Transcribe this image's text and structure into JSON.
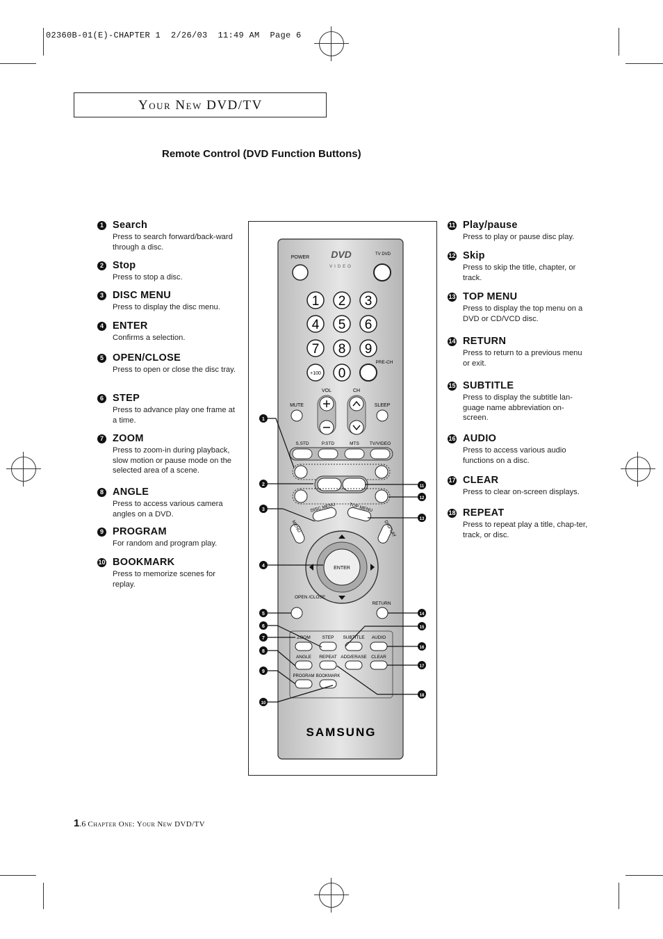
{
  "print_header": "02360B-01(E)-CHAPTER 1  2/26/03  11:49 AM  Page 6",
  "title_box": "Your New DVD/TV",
  "heading": "Remote Control (DVD Function Buttons)",
  "items_left": [
    {
      "num": "1",
      "name": "Search",
      "desc": "Press to search forward/back-ward through a disc."
    },
    {
      "num": "2",
      "name": "Stop",
      "desc": "Press to stop a disc."
    },
    {
      "num": "3",
      "name": "DISC MENU",
      "desc": "Press to display the disc menu."
    },
    {
      "num": "4",
      "name": "ENTER",
      "desc": "Confirms a selection."
    },
    {
      "num": "5",
      "name": "OPEN/CLOSE",
      "desc": "Press to open or close the disc tray."
    },
    {
      "num": "6",
      "name": "STEP",
      "desc": "Press to advance play one frame at a time."
    },
    {
      "num": "7",
      "name": "ZOOM",
      "desc": "Press to zoom-in during playback, slow motion or pause mode on the selected area of a scene."
    },
    {
      "num": "8",
      "name": "ANGLE",
      "desc": "Press to access various camera angles on a DVD."
    },
    {
      "num": "9",
      "name": "PROGRAM",
      "desc": "For random and program play."
    },
    {
      "num": "10",
      "name": "BOOKMARK",
      "desc": "Press to memorize scenes for replay."
    }
  ],
  "items_right": [
    {
      "num": "11",
      "name": "Play/pause",
      "desc": "Press to play or pause disc play."
    },
    {
      "num": "12",
      "name": "Skip",
      "desc": "Press to skip the title, chapter, or track."
    },
    {
      "num": "13",
      "name": "TOP MENU",
      "desc": "Press to display the top menu on a DVD or CD/VCD disc."
    },
    {
      "num": "14",
      "name": "RETURN",
      "desc": "Press to return to a previous menu or exit."
    },
    {
      "num": "15",
      "name": "SUBTITLE",
      "desc": "Press to display the subtitle lan-guage name abbreviation on-screen."
    },
    {
      "num": "16",
      "name": "AUDIO",
      "desc": "Press to access various audio functions on a disc."
    },
    {
      "num": "17",
      "name": "CLEAR",
      "desc": "Press to clear on-screen displays."
    },
    {
      "num": "18",
      "name": "REPEAT",
      "desc": "Press to repeat play a title, chap-ter, track, or disc."
    }
  ],
  "remote": {
    "logo_dvd": "DVD",
    "logo_video": "VIDEO",
    "tv_dvd": "TV  DVD",
    "power": "POWER",
    "digits": [
      "1",
      "2",
      "3",
      "4",
      "5",
      "6",
      "7",
      "8",
      "9",
      "+100",
      "0"
    ],
    "pre_ch": "PRE-CH",
    "vol": "VOL",
    "ch": "CH",
    "mute": "MUTE",
    "sleep": "SLEEP",
    "mode_buttons": [
      "S.STD",
      "P.STD",
      "MTS",
      "TV/VIDEO"
    ],
    "disc_menu": "DISC MENU",
    "top_menu": "TOP MENU",
    "menu": "MENU",
    "display": "DISPLAY",
    "enter": "ENTER",
    "open_close": "OPEN /CLOSE",
    "return": "RETURN",
    "row1": [
      "ZOOM",
      "STEP",
      "SUBTITLE",
      "AUDIO"
    ],
    "row2": [
      "ANGLE",
      "REPEAT",
      "ADD/ERASE",
      "CLEAR"
    ],
    "row3": [
      "PROGRAM",
      "BOOKMARK"
    ],
    "brand": "SAMSUNG"
  },
  "footer": {
    "page_major": "1",
    "page_minor": ".6",
    "chapter": "Chapter One: Your New DVD/TV"
  },
  "colors": {
    "remote_body": "#d9d9d9",
    "button": "#ffffff",
    "ink": "#111111"
  }
}
